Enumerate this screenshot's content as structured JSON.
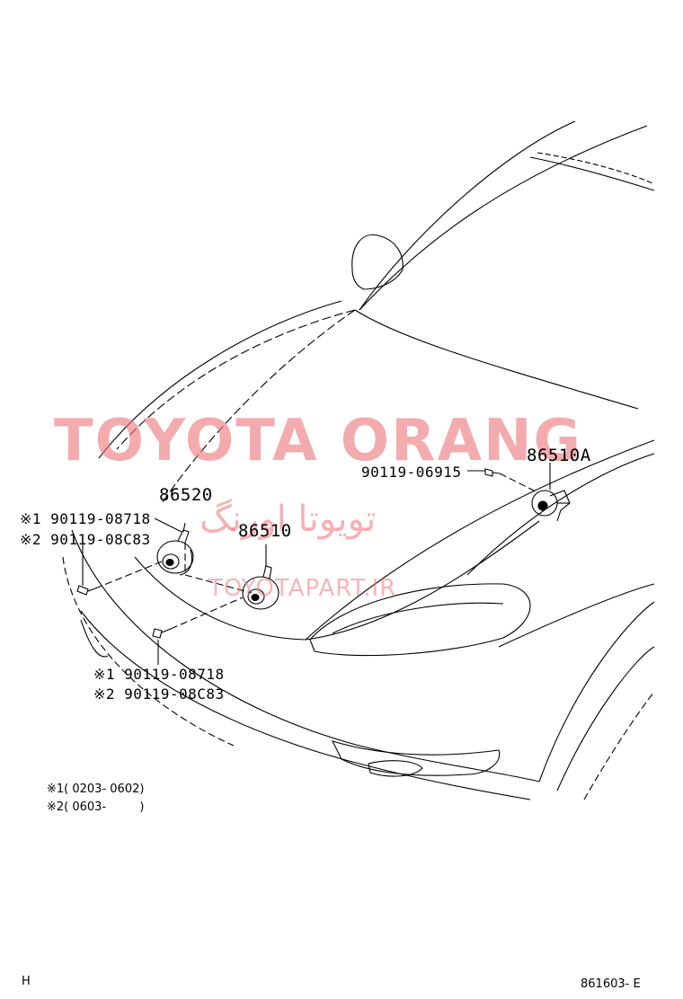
{
  "watermark": {
    "brand": "TOYOTA ORANG",
    "brand_fa": "تویوتا اورنگ",
    "site": "TOYOTAPART.IR"
  },
  "parts": {
    "horn_high": "86520",
    "horn_low": "86510",
    "horn_alt": "86510A",
    "bolt_right": "90119-06915",
    "bolt_left_1": "※1 90119-08718",
    "bolt_left_2": "※2 90119-08C83",
    "bolt_mid_1": "※1 90119-08718",
    "bolt_mid_2": "※2 90119-08C83"
  },
  "notes": {
    "note1": "※1( 0203- 0602)",
    "note2": "※2( 0603-         )"
  },
  "footer": {
    "left": "H",
    "right": "861603- E"
  }
}
